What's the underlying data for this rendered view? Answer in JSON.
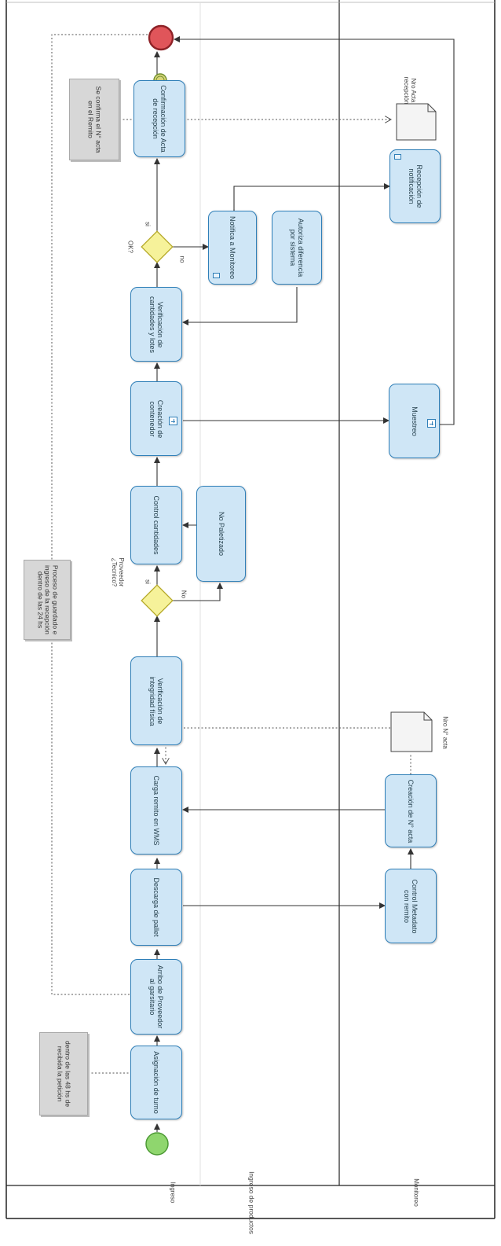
{
  "pool": {
    "label": "Ingreso de productos"
  },
  "lanes": {
    "ingreso": {
      "label": "Ingreso"
    },
    "monitoreo": {
      "label": "Monitoreo"
    }
  },
  "tasks": {
    "asignacion_turno": "Asignación de turno",
    "arribo_proveedor": "Arribo de Proveedor al garsitario",
    "descarga_pallet": "Descarga de pallet",
    "cargo_wms": "Carga remito en WMS",
    "verificacion_integridad": "Verificación de integridad física",
    "control_cantidades": "Control cantidades",
    "no_paletizado": "No Paletizado",
    "creacion_contenedor": "Creación de contenedor",
    "verificacion_cantidades": "Verificación de cantidades y lotes",
    "notifica_monitoreo": "Notifica a Monitoreo",
    "autoriza_diferencia": "Autoriza diferencia por sistema",
    "confirmacion_acta": "Confirmación de Acta de recepción",
    "control_metadato": "Control Metadato con remito",
    "creacion_acta": "Creación de N° acta",
    "muestreo": "Muestreo",
    "recepcion_notificacion": "Recepción de notificación"
  },
  "gateways": {
    "proveedor": {
      "label": "Proveedor ¿Tecnico?",
      "branch_a": "si",
      "branch_b": "No"
    },
    "verificacion": {
      "label": "OK?",
      "branch_a": "si",
      "branch_b": "no"
    }
  },
  "notes": {
    "turno": "dentro de las 48 hs de recibida la petición",
    "calidad": "Proceso de guardado e ingreso de la recepción dentro de las 24 hs",
    "acta": "Se confirma el N° acta en el Remito"
  },
  "documents": {
    "nro_acta": "Nro N° acta",
    "acta_recepcion": "Nro Acta recepción"
  },
  "colors": {
    "task_fill": "#cfe6f6",
    "task_border": "#2f7fb8",
    "gateway_fill": "#f6f29a",
    "start_event": "#8fd66e",
    "end_event": "#e0555a"
  }
}
